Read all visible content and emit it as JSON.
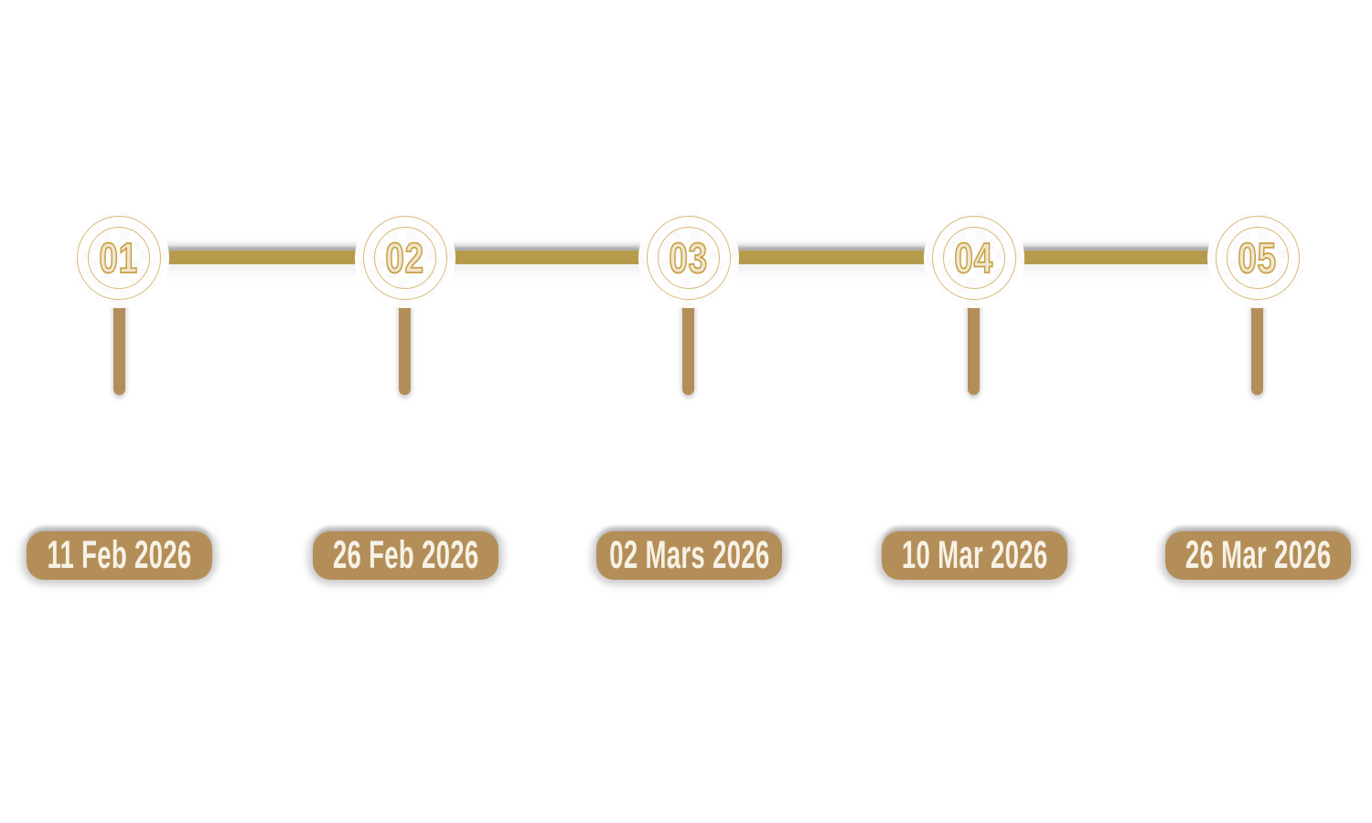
{
  "colors": {
    "background": "#ffffff",
    "connector_gold": "#b79b4c",
    "stem_tan": "#b48e59",
    "pill_tan": "#b48e59",
    "ring_gold": "#d8b873",
    "number_stroke_gold": "#c9a042",
    "number_fill": "#efe6cf",
    "pill_text": "#f7f2e6"
  },
  "timeline": {
    "type": "milestone-timeline",
    "milestones": [
      {
        "number": "01",
        "date": "11 Feb 2026"
      },
      {
        "number": "02",
        "date": "26 Feb 2026"
      },
      {
        "number": "03",
        "date": "02 Mars 2026"
      },
      {
        "number": "04",
        "date": "10 Mar 2026"
      },
      {
        "number": "05",
        "date": "26 Mar 2026"
      }
    ]
  }
}
